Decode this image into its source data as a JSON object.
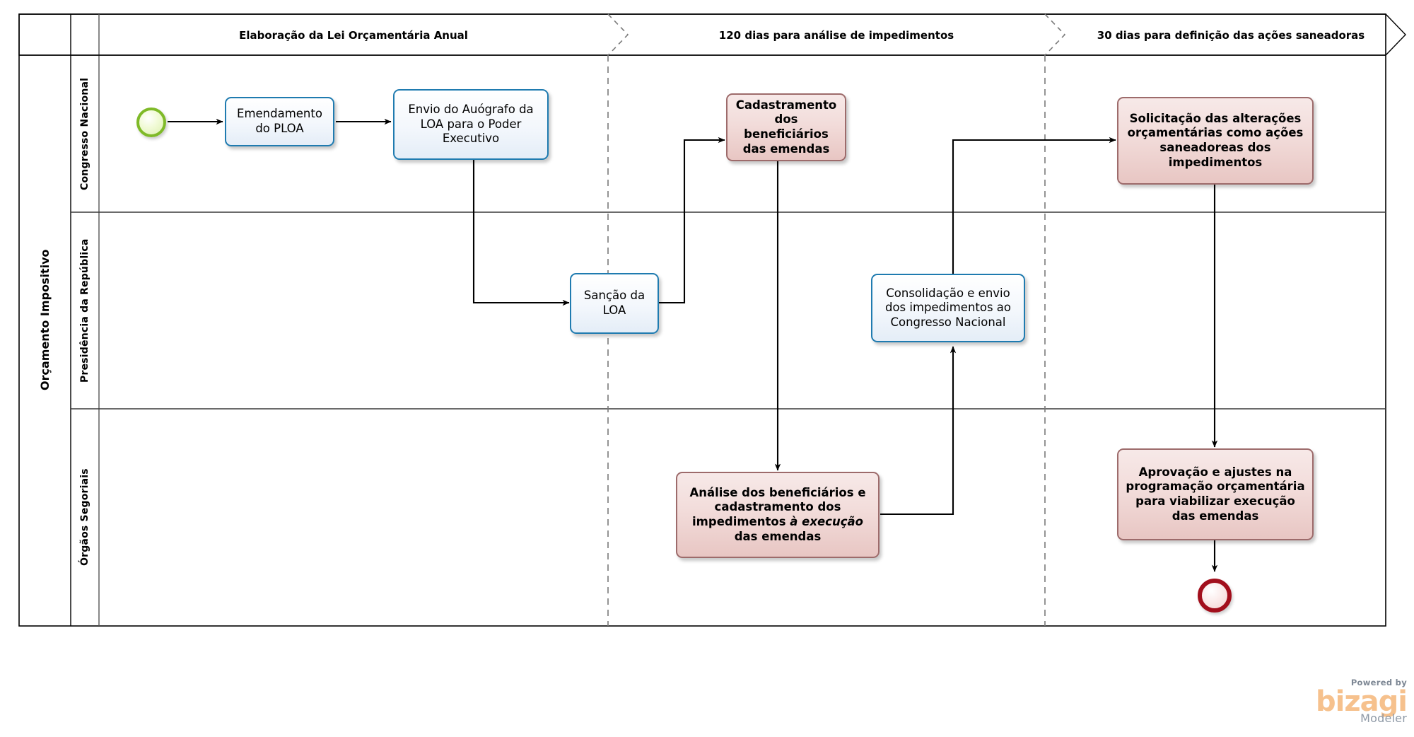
{
  "diagram": {
    "type": "bpmn-pool-lane",
    "pool_label": "Orçamento Impositivo",
    "lanes": [
      {
        "id": "congresso",
        "label": "Congresso Nacional"
      },
      {
        "id": "presidencia",
        "label": "Presidência da República"
      },
      {
        "id": "orgaos",
        "label": "Órgãos Segoriais"
      }
    ],
    "phases": [
      {
        "id": "fase1",
        "label": "Elaboração da Lei Orçamentária Anual"
      },
      {
        "id": "fase2",
        "label": "120 dias para análise de impedimentos"
      },
      {
        "id": "fase3",
        "label": "30 dias para definição das ações saneadoras"
      }
    ],
    "events": [
      {
        "id": "start",
        "name": "start-event",
        "type": "start",
        "lane": "congresso"
      },
      {
        "id": "end",
        "name": "end-event",
        "type": "end",
        "lane": "orgaos"
      }
    ],
    "tasks": [
      {
        "id": "t1",
        "style": "blue",
        "lane": "congresso",
        "phase": "fase1",
        "label": "Emendamento do PLOA"
      },
      {
        "id": "t2",
        "style": "blue",
        "lane": "congresso",
        "phase": "fase1",
        "label": "Envio do Auógrafo da LOA para o Poder Executivo"
      },
      {
        "id": "t3",
        "style": "blue",
        "lane": "presidencia",
        "phase": "fase1",
        "label": "Sanção da LOA"
      },
      {
        "id": "t4",
        "style": "red",
        "lane": "congresso",
        "phase": "fase2",
        "label": "Cadastramento dos beneficiários das emendas"
      },
      {
        "id": "t5",
        "style": "red",
        "lane": "orgaos",
        "phase": "fase2",
        "label_pre": "Análise dos beneficiários e cadastramento dos impedimentos ",
        "label_em": "à execução",
        "label_post": " das emendas"
      },
      {
        "id": "t6",
        "style": "blue",
        "lane": "presidencia",
        "phase": "fase2",
        "label": "Consolidação e envio dos impedimentos ao Congresso Nacional"
      },
      {
        "id": "t7",
        "style": "red",
        "lane": "congresso",
        "phase": "fase3",
        "label": "Solicitação das alterações orçamentárias como ações saneadoreas dos impedimentos"
      },
      {
        "id": "t8",
        "style": "red",
        "lane": "orgaos",
        "phase": "fase3",
        "label": "Aprovação e ajustes na programação orçamentária para viabilizar execução das emendas"
      }
    ],
    "flows": [
      {
        "from": "start",
        "to": "t1"
      },
      {
        "from": "t1",
        "to": "t2"
      },
      {
        "from": "t2",
        "to": "t3"
      },
      {
        "from": "t3",
        "to": "t4"
      },
      {
        "from": "t4",
        "to": "t5"
      },
      {
        "from": "t5",
        "to": "t6"
      },
      {
        "from": "t6",
        "to": "t7"
      },
      {
        "from": "t7",
        "to": "t8"
      },
      {
        "from": "t8",
        "to": "end"
      }
    ],
    "colors": {
      "task_blue_border": "#1f7bb0",
      "task_red_border": "#9d6b6b",
      "start_event": "#7fba28",
      "end_event": "#a20f1c",
      "pool_border": "#000000",
      "connector": "#000000"
    }
  },
  "branding": {
    "powered_by": "Powered by",
    "product": "bizagi",
    "edition": "Modeler"
  }
}
